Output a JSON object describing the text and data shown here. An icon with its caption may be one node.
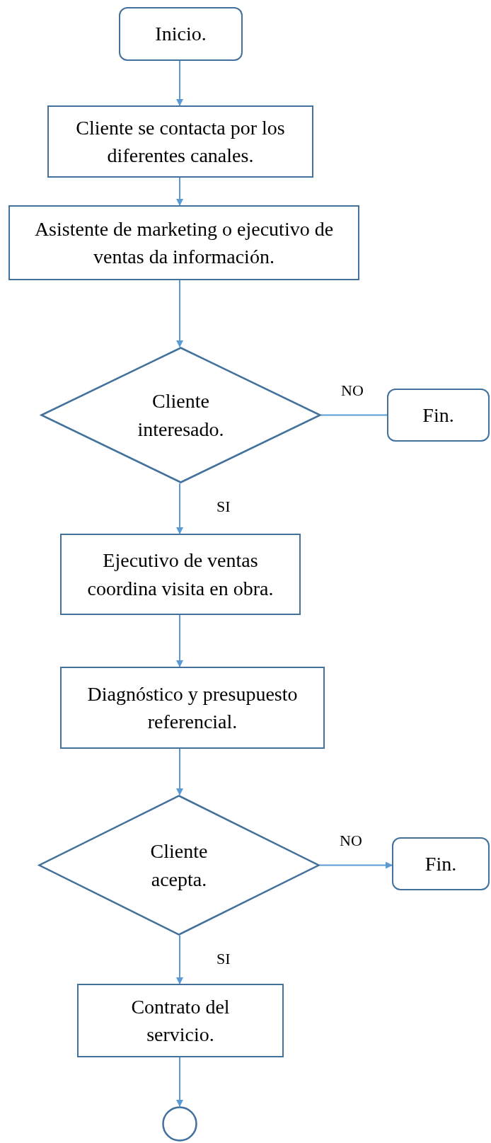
{
  "diagram": {
    "nodes": [
      {
        "text": [
          "Inicio."
        ]
      },
      {
        "text": [
          "Cliente se contacta por los diferentes canales."
        ]
      },
      {
        "text": [
          "Asistente de marketing o ejecutivo de ventas da información."
        ]
      },
      {
        "text": [
          "Cliente interesado."
        ]
      },
      {
        "text": [
          "Fin."
        ]
      },
      {
        "text": [
          "Ejecutivo de ventas coordina visita en obra."
        ]
      },
      {
        "text": [
          "Diagnóstico y presupuesto referencial."
        ]
      },
      {
        "text": [
          "Cliente acepta."
        ]
      },
      {
        "text": [
          "Fin."
        ]
      },
      {
        "text": [
          "Contrato del servicio."
        ]
      },
      {
        "text": [],
        "shape": "circle"
      }
    ],
    "edges": [
      {
        "from": 0,
        "to": 1,
        "arrow": "to"
      },
      {
        "from": 1,
        "to": 2,
        "arrow": "to"
      },
      {
        "from": 2,
        "to": 3,
        "arrow": "to"
      },
      {
        "from": 3,
        "to": 4,
        "arrow": "none",
        "label": "NO"
      },
      {
        "from": 3,
        "to": 5,
        "arrow": "to",
        "label": "SI"
      },
      {
        "from": 5,
        "to": 6,
        "arrow": "to"
      },
      {
        "from": 6,
        "to": 7,
        "arrow": "to"
      },
      {
        "from": 7,
        "to": 8,
        "arrow": "to",
        "label": "NO"
      },
      {
        "from": 7,
        "to": 9,
        "arrow": "to",
        "label": "SI"
      },
      {
        "from": 9,
        "to": 10,
        "arrow": "to"
      }
    ]
  }
}
